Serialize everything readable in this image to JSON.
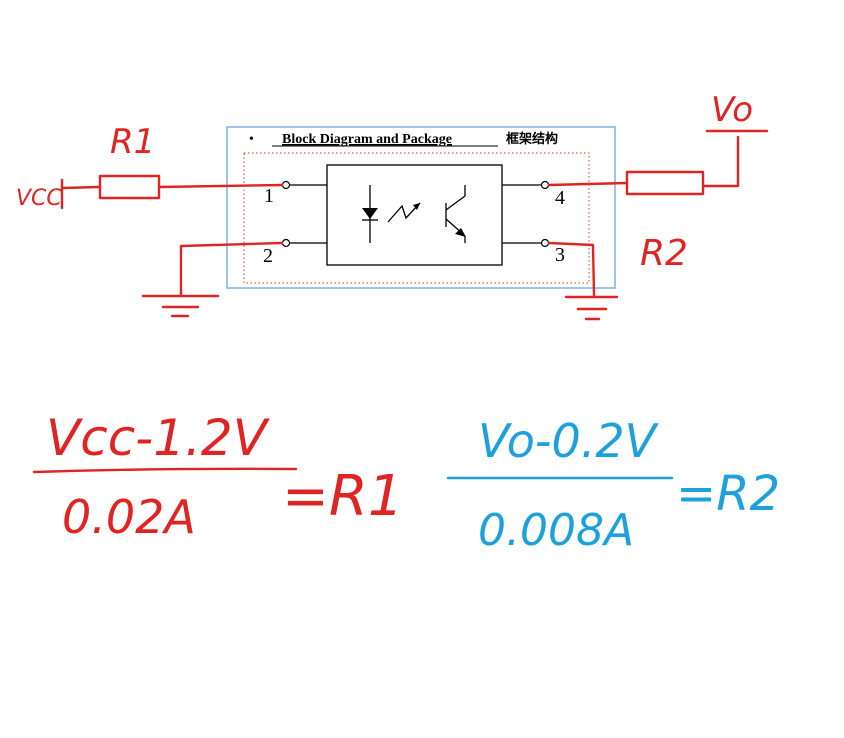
{
  "datasheet": {
    "bullet": "•",
    "heading_en": "Block Diagram and Package",
    "heading_zh": "框架结构",
    "pins": [
      "1",
      "2",
      "4",
      "3"
    ]
  },
  "annotations": {
    "vcc_label": "VCC",
    "r1_label": "R1",
    "vo_label": "Vo",
    "r2_label": "R2",
    "formula1": {
      "numerator": "Vcc-1.2V",
      "denominator": "0.02A",
      "result": "=R1"
    },
    "formula2": {
      "numerator": "Vo-0.2V",
      "denominator": "0.008A",
      "result": "=R2"
    }
  },
  "colors": {
    "red_ink": "#e02424",
    "blue_ink": "#1ea0dc",
    "panel_border": "#7fb2e0"
  }
}
